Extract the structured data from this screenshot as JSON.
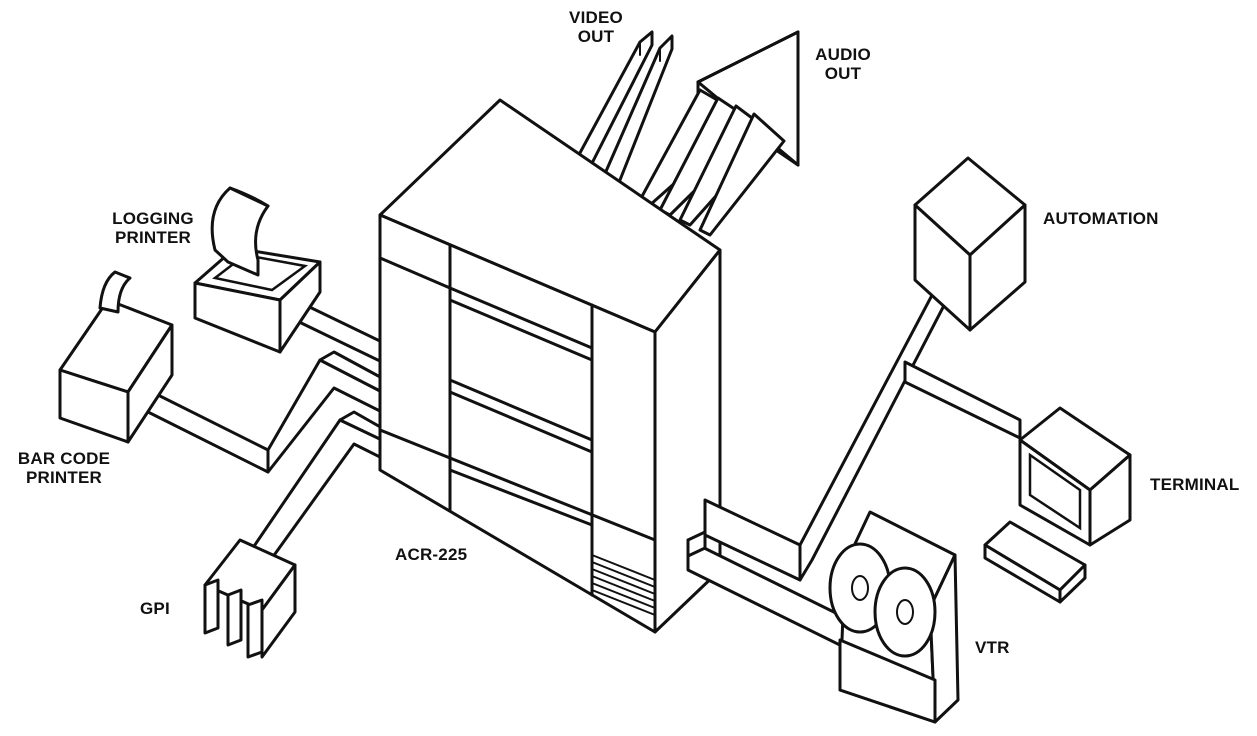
{
  "labels": {
    "video_out": [
      "VIDEO",
      "OUT"
    ],
    "audio_out": [
      "AUDIO",
      "OUT"
    ],
    "logging_printer": [
      "LOGGING",
      "PRINTER"
    ],
    "bar_code_printer": [
      "BAR CODE",
      "PRINTER"
    ],
    "automation": "AUTOMATION",
    "terminal": "TERMINAL",
    "vtr": "VTR",
    "gpi": "GPI",
    "acr": "ACR-225"
  }
}
